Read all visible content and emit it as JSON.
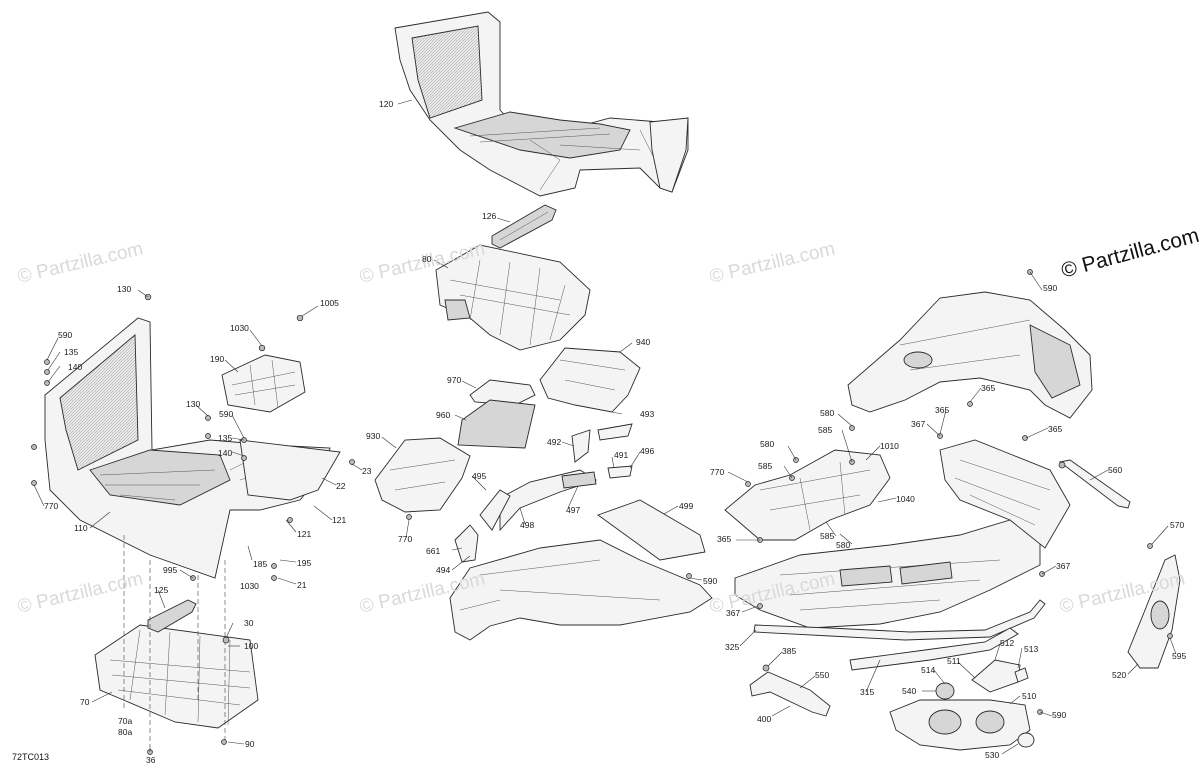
{
  "watermark": "© Partzilla.com",
  "copyright_text": "© Partzilla.com",
  "diagram_code": "72TC013",
  "callouts": {
    "c120": "120",
    "c126": "126",
    "c80": "80",
    "c130a": "130",
    "c1005": "1005",
    "c590a": "590",
    "c135a": "135",
    "c140a": "140",
    "c1030a": "1030",
    "c190": "190",
    "c130b": "130",
    "c590b": "590",
    "c135b": "135",
    "c140b": "140",
    "c770a": "770",
    "c110": "110",
    "c23": "23",
    "c22": "22",
    "c121a": "121",
    "c121b": "121",
    "c185": "185",
    "c195": "195",
    "c1030b": "1030",
    "c21": "21",
    "c995": "995",
    "c125": "125",
    "c30": "30",
    "c100": "100",
    "c70": "70",
    "c70a": "70a",
    "c80a": "80a",
    "c36": "36",
    "c90": "90",
    "c940": "940",
    "c970": "970",
    "c960": "960",
    "c930": "930",
    "c493": "493",
    "c492": "492",
    "c491": "491",
    "c496": "496",
    "c495": "495",
    "c497": "497",
    "c498": "498",
    "c499": "499",
    "c770b": "770",
    "c661": "661",
    "c494": "494",
    "c590c": "590",
    "c590d": "590",
    "c365a": "365",
    "c365b": "365",
    "c365c": "365",
    "c367a": "367",
    "c580a": "580",
    "c585a": "585",
    "c580b": "580",
    "c585b": "585",
    "c1010": "1010",
    "c770c": "770",
    "c1040": "1040",
    "c585c": "585",
    "c580c": "580",
    "c560": "560",
    "c365d": "365",
    "c367b": "367",
    "c367c": "367",
    "c325": "325",
    "c385": "385",
    "c550": "550",
    "c315": "315",
    "c512": "512",
    "c513": "513",
    "c511": "511",
    "c514": "514",
    "c540": "540",
    "c510": "510",
    "c590e": "590",
    "c400": "400",
    "c530": "530",
    "c570": "570",
    "c520": "520",
    "c595": "595"
  }
}
